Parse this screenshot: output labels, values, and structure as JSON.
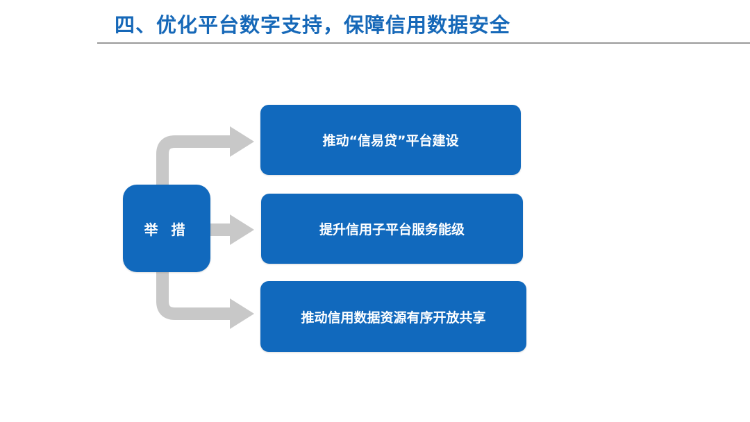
{
  "slide": {
    "title": "四、优化平台数字支持，保障信用数据安全"
  },
  "diagram": {
    "hub_label": "举 措",
    "items": [
      {
        "label": "推动“信易贷”平台建设"
      },
      {
        "label": "提升信用子平台服务能级"
      },
      {
        "label": "推动信用数据资源有序开放共享"
      }
    ]
  },
  "colors": {
    "title": "#1668b8",
    "box_fill": "#1169bd",
    "box_text": "#ffffff",
    "arrow": "#c8c8c8",
    "rule": "#9a9a9a"
  }
}
